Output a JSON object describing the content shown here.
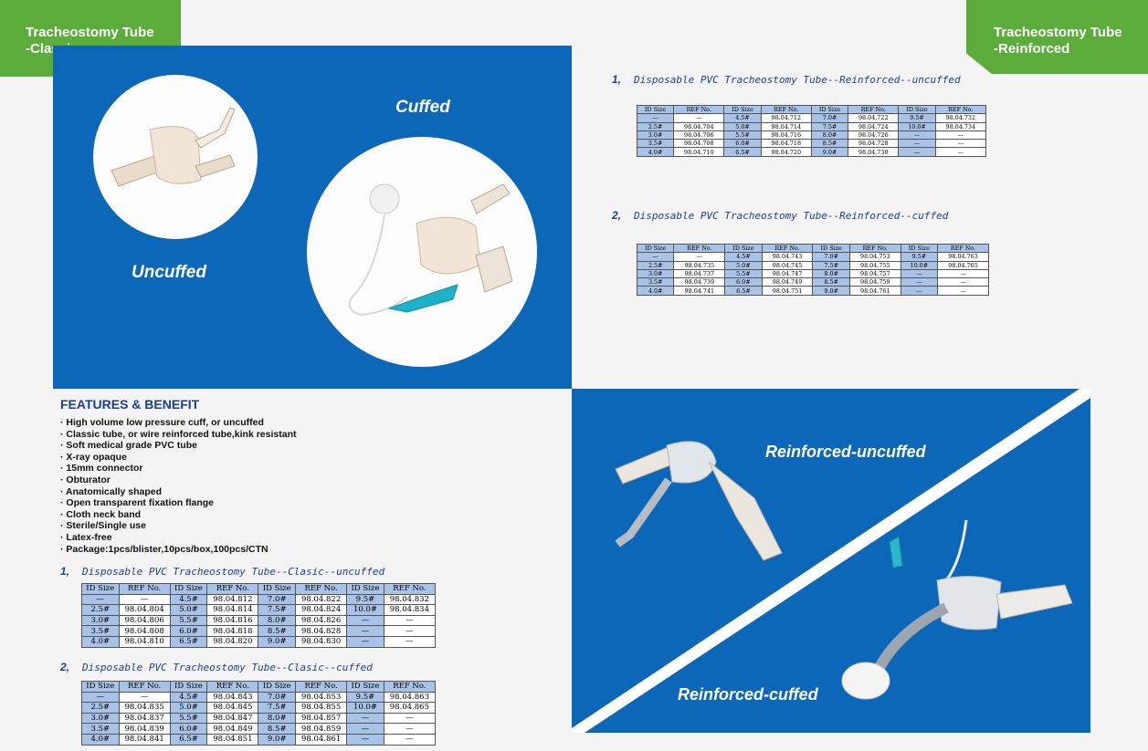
{
  "tags": {
    "left": [
      "Tracheostomy Tube",
      "-Classic"
    ],
    "right": [
      "Tracheostomy Tube",
      "-Reinforced"
    ]
  },
  "classic_panel": {
    "uncuffed_label": "Uncuffed",
    "cuffed_label": "Cuffed"
  },
  "reinforced_panel": {
    "uncuffed_label": "Reinforced-uncuffed",
    "cuffed_label": "Reinforced-cuffed"
  },
  "features": {
    "title": "FEATURES & BENEFIT",
    "items": [
      "· High volume low pressure cuff, or uncuffed",
      "· Classic tube, or wire reinforced tube,kink resistant",
      "· Soft medical grade PVC tube",
      "· X-ray opaque",
      "· 15mm connector",
      "· Obturator",
      "· Anatomically shaped",
      "· Open transparent fixation flange",
      "· Cloth neck band",
      "· Sterile/Single use",
      "· Latex-free",
      "· Package:1pcs/blister,10pcs/box,100pcs/CTN"
    ]
  },
  "header_cols": [
    "ID Size",
    "REF No.",
    "ID Size",
    "REF No.",
    "ID Size",
    "REF No.",
    "ID Size",
    "REF No."
  ],
  "sections": {
    "classic_uncuffed": {
      "num": "1,",
      "title": "Disposable PVC Tracheostomy Tube--Clasic--uncuffed",
      "rows": [
        [
          "—",
          "—",
          "4.5#",
          "98.04.812",
          "7.0#",
          "98.04.822",
          "9.5#",
          "98.04.832"
        ],
        [
          "2.5#",
          "98.04.804",
          "5.0#",
          "98.04.814",
          "7.5#",
          "98.04.824",
          "10.0#",
          "98.04.834"
        ],
        [
          "3.0#",
          "98.04.806",
          "5.5#",
          "98.04.816",
          "8.0#",
          "98.04.826",
          "—",
          "—"
        ],
        [
          "3.5#",
          "98.04.808",
          "6.0#",
          "98.04.818",
          "8.5#",
          "98.04.828",
          "—",
          "—"
        ],
        [
          "4.0#",
          "98.04.810",
          "6.5#",
          "98.04.820",
          "9.0#",
          "98.04.830",
          "—",
          "—"
        ]
      ]
    },
    "classic_cuffed": {
      "num": "2,",
      "title": "Disposable PVC Tracheostomy Tube--Clasic--cuffed",
      "rows": [
        [
          "—",
          "—",
          "4.5#",
          "98.04.843",
          "7.0#",
          "98.04.853",
          "9.5#",
          "98.04.863"
        ],
        [
          "2.5#",
          "98.04.835",
          "5.0#",
          "98.04.845",
          "7.5#",
          "98.04.855",
          "10.0#",
          "98.04.865"
        ],
        [
          "3.0#",
          "98.04.837",
          "5.5#",
          "98.04.847",
          "8.0#",
          "98.04.857",
          "—",
          "—"
        ],
        [
          "3.5#",
          "98.04.839",
          "6.0#",
          "98.04.849",
          "8.5#",
          "98.04.859",
          "—",
          "—"
        ],
        [
          "4.0#",
          "98.04.841",
          "6.5#",
          "98.04.851",
          "9.0#",
          "98.04.861",
          "—",
          "—"
        ]
      ]
    },
    "reinforced_uncuffed": {
      "num": "1,",
      "title": "Disposable PVC Tracheostomy Tube--Reinforced--uncuffed",
      "rows": [
        [
          "—",
          "—",
          "4.5#",
          "98.04.712",
          "7.0#",
          "98.04.722",
          "9.5#",
          "98.04.732"
        ],
        [
          "2.5#",
          "98.04.704",
          "5.0#",
          "98.04.714",
          "7.5#",
          "98.04.724",
          "10.0#",
          "98.04.734"
        ],
        [
          "3.0#",
          "98.04.706",
          "5.5#",
          "98.04.716",
          "8.0#",
          "98.04.726",
          "—",
          "—"
        ],
        [
          "3.5#",
          "98.04.708",
          "6.0#",
          "98.04.718",
          "8.5#",
          "98.04.728",
          "—",
          "—"
        ],
        [
          "4.0#",
          "98.04.710",
          "6.5#",
          "98.04.720",
          "9.0#",
          "98.04.730",
          "—",
          "—"
        ]
      ]
    },
    "reinforced_cuffed": {
      "num": "2,",
      "title": "Disposable PVC Tracheostomy Tube--Reinforced--cuffed",
      "rows": [
        [
          "—",
          "—",
          "4.5#",
          "98.04.743",
          "7.0#",
          "98.04.753",
          "9.5#",
          "98.04.763"
        ],
        [
          "2.5#",
          "98.04.735",
          "5.0#",
          "98.04.745",
          "7.5#",
          "98.04.755",
          "10.0#",
          "98.04.765"
        ],
        [
          "3.0#",
          "98.04.737",
          "5.5#",
          "98.04.747",
          "8.0#",
          "98.04.757",
          "—",
          "—"
        ],
        [
          "3.5#",
          "98.04.739",
          "6.0#",
          "98.04.749",
          "8.5#",
          "98.04.759",
          "—",
          "—"
        ],
        [
          "4.0#",
          "98.04.741",
          "6.5#",
          "98.04.751",
          "9.0#",
          "98.04.761",
          "—",
          "—"
        ]
      ]
    }
  },
  "colors": {
    "brand_green": "#5cac3b",
    "panel_blue": "#0d67b8",
    "table_header": "#a9c3e8",
    "title_navy": "#1b3f8f"
  }
}
